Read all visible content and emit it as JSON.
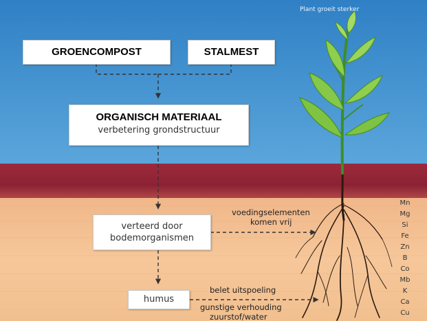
{
  "caption": "Plant groeit sterker",
  "boxes": {
    "groencompost": "GROENCOMPOST",
    "stalmest": "STALMEST",
    "organisch_title": "ORGANISCH MATERIAAL",
    "organisch_sub": "verbetering grondstructuur",
    "verteerd_line1": "verteerd door",
    "verteerd_line2": "bodemorganismen",
    "humus": "humus"
  },
  "flow_labels": {
    "voeding_line1": "voedingselementen",
    "voeding_line2": "komen vrij",
    "belet": "belet uitspoeling",
    "gunstig_line1": "gunstige verhouding",
    "gunstig_line2": "zuurstof/water"
  },
  "elements": [
    "Mn",
    "Mg",
    "Si",
    "Fe",
    "Zn",
    "B",
    "Co",
    "Mb",
    "K",
    "Ca",
    "Cu"
  ],
  "colors": {
    "sky_top": "#2f83c8",
    "sky_bottom": "#5aa2d8",
    "soil_dark": "#8b2233",
    "soil_light": "#f5c393",
    "leaf": "#7fc343",
    "stem": "#3e8c2a",
    "arrow": "#333333"
  }
}
